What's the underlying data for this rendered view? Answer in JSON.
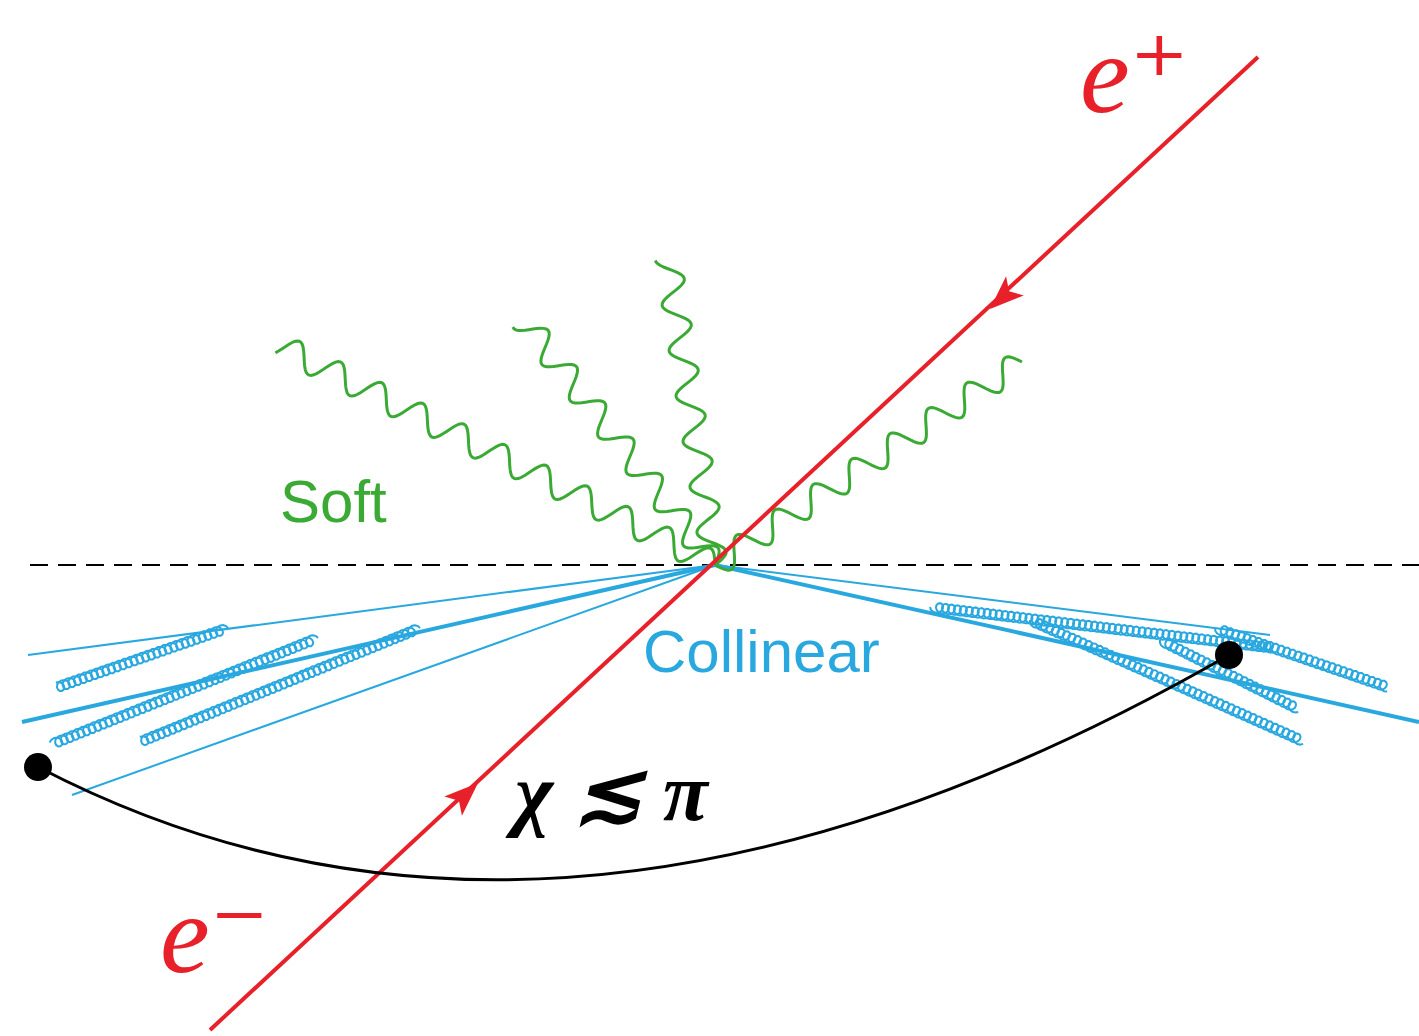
{
  "diagram": {
    "labels": [
      "e⁺",
      "e⁻",
      "Soft",
      "Collinear",
      "χ ≲ π"
    ]
  }
}
